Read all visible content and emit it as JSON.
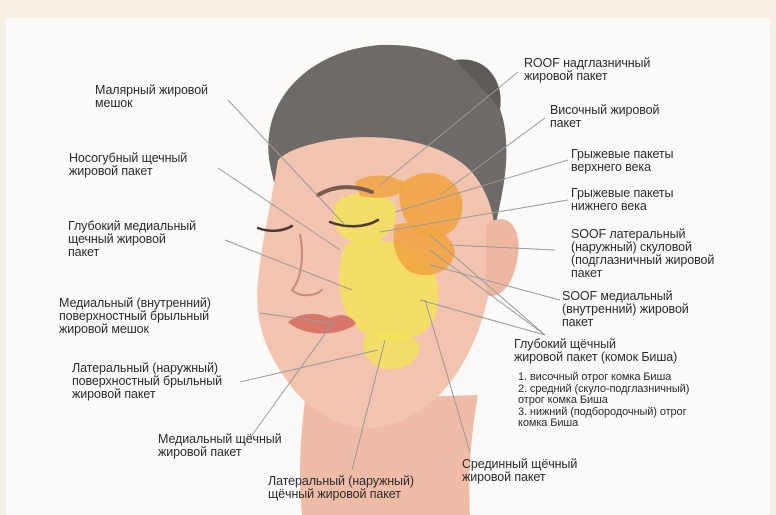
{
  "labels": {
    "roof": "ROOF надглазничный\nжировой пакет",
    "temporal": "Височный жировой\nпакет",
    "hernia_upper": "Грыжевые пакеты\nверхнего века",
    "hernia_lower": "Грыжевые пакеты\nнижнего века",
    "soof_lateral": "SOOF латеральный\n(наружный) скуловой\n(подглазничный жировой\nпакет",
    "soof_medial": "SOOF медиальный\n(внутренний) жировой\nпакет",
    "bichat_title": "Глубокий щёчный\nжировой пакет (комок Биша)",
    "bichat_items": "1. височный отрог комка Биша\n2. средний (скуло-подглазничный)\nотрог комка Биша\n3. нижний (подбородочный) отрог\nкомка Биша",
    "median_cheek": "Срединный щёчный\nжировой пакет",
    "lateral_cheek": "Латеральный (наружный)\nщёчный жировой пакет",
    "medial_cheek": "Медиальный щёчный\nжировой пакет",
    "lateral_jowl": "Латеральный (наружный)\nповерхностный брыльный\nжировой пакет",
    "medial_jowl": "Медиальный (внутренний)\nповерхностный брыльный\nжировой мешок",
    "deep_medial_cheek": "Глубокий медиальный\nщечный жировой\nпакет",
    "nasolabial": "Носогубный щечный\nжировой пакет",
    "malar": "Малярный жировой\nмешок"
  },
  "colors": {
    "skin": "#f3c4b0",
    "hair": "#6e6a68",
    "fat_yellow": "#f4e35a",
    "fat_orange": "#f1a544",
    "lips": "#d9766a",
    "leader_line": "#9a9a9a"
  },
  "icons": {
    "head": "woman-head-illustration",
    "fat": "facial-fat-pad-regions"
  }
}
